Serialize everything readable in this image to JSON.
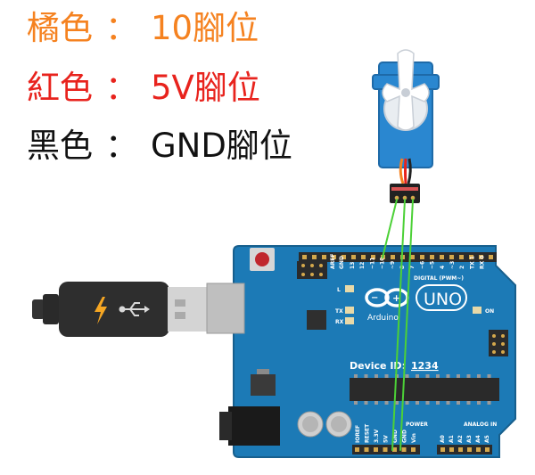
{
  "legend": [
    {
      "name": "橘色",
      "sep": "：",
      "value": "10腳位",
      "color": "#f58220"
    },
    {
      "name": "紅色",
      "sep": "：",
      "value": "5V腳位",
      "color": "#e8231d"
    },
    {
      "name": "黑色",
      "sep": "：",
      "value": "GND腳位",
      "color": "#111111"
    }
  ],
  "board": {
    "brand": "Arduino",
    "model": "UNO",
    "device_id_label": "Device ID:",
    "device_id": "1234",
    "on_label": "ON",
    "l_label": "L",
    "tx_label": "TX",
    "rx_label": "RX",
    "digital_label": "DIGITAL (PWM~)",
    "power_label": "POWER",
    "analog_label": "ANALOG IN",
    "aref_label": "AREF",
    "gnd_label": "GND",
    "top_pins": [
      "13",
      "12",
      "~11",
      "~10",
      "~9",
      "8",
      "7",
      "~6",
      "~5",
      "4",
      "~3",
      "2",
      "TX 1",
      "RX 0"
    ],
    "power_pins": [
      "IOREF",
      "RESET",
      "3.3V",
      "5V",
      "GND",
      "GND",
      "Vin"
    ],
    "analog_pins": [
      "A0",
      "A1",
      "A2",
      "A3",
      "A4",
      "A5"
    ]
  },
  "colors": {
    "board": "#1c7ab6",
    "board_edge": "#175f8d",
    "wire": "#4cd137",
    "servo_body": "#2a87d0",
    "header": "#2b2b2b",
    "usb_cable": "#2e2e2e",
    "usb_bolt": "#f5a623"
  }
}
